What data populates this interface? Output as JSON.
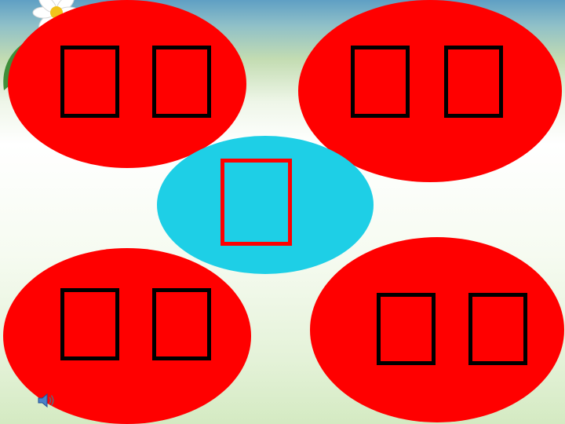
{
  "slide": {
    "background_top": "#5f9fc4",
    "background_bottom": "#d4eac2"
  },
  "bubbles": [
    {
      "id": "b1",
      "color": "#ff0000",
      "glyph_count": 2,
      "glyph_border": "#000000"
    },
    {
      "id": "b2",
      "color": "#ff0000",
      "glyph_count": 2,
      "glyph_border": "#000000"
    },
    {
      "id": "b3",
      "color": "#1ecfe6",
      "glyph_count": 1,
      "glyph_border": "#ff0000"
    },
    {
      "id": "b4",
      "color": "#ff0000",
      "glyph_count": 2,
      "glyph_border": "#000000"
    },
    {
      "id": "b5",
      "color": "#ff0000",
      "glyph_count": 2,
      "glyph_border": "#000000"
    }
  ],
  "icons": {
    "speaker": "speaker-icon",
    "flower": "flower-icon"
  }
}
